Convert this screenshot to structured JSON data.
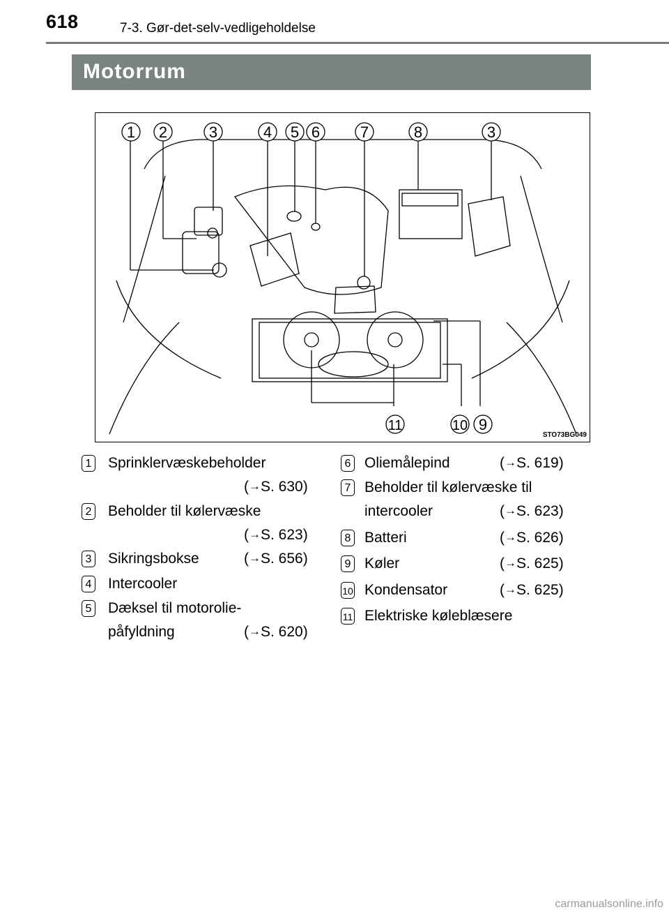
{
  "header": {
    "page_number": "618",
    "chapter": "7-3. Gør-det-selv-vedligeholdelse"
  },
  "section": {
    "title": "Motorrum"
  },
  "figure": {
    "code": "STO73BG049",
    "callouts": [
      "1",
      "2",
      "3",
      "4",
      "5",
      "6",
      "7",
      "8",
      "3",
      "9",
      "10",
      "11"
    ]
  },
  "items": [
    {
      "num": "1",
      "label": "Sprinklervæskebeholder",
      "label2": "",
      "ref": "S. 630"
    },
    {
      "num": "2",
      "label": "Beholder til kølervæske",
      "label2": "",
      "ref": "S. 623"
    },
    {
      "num": "3",
      "label": "Sikringsbokse",
      "label2": "",
      "ref": "S. 656"
    },
    {
      "num": "4",
      "label": "Intercooler",
      "label2": "",
      "ref": ""
    },
    {
      "num": "5",
      "label": "Dæksel til motorolie-",
      "label2": "påfyldning",
      "ref": "S. 620"
    },
    {
      "num": "6",
      "label": "Oliemålepind",
      "label2": "",
      "ref": "S. 619"
    },
    {
      "num": "7",
      "label": "Beholder til kølervæske til",
      "label2": "intercooler",
      "ref": "S. 623"
    },
    {
      "num": "8",
      "label": "Batteri",
      "label2": "",
      "ref": "S. 626"
    },
    {
      "num": "9",
      "label": "Køler",
      "label2": "",
      "ref": "S. 625"
    },
    {
      "num": "10",
      "label": "Kondensator",
      "label2": "",
      "ref": "S. 625"
    },
    {
      "num": "11",
      "label": "Elektriske køleblæsere",
      "label2": "",
      "ref": ""
    }
  ],
  "ref_arrow": "→",
  "watermark": "carmanualsonline.info"
}
